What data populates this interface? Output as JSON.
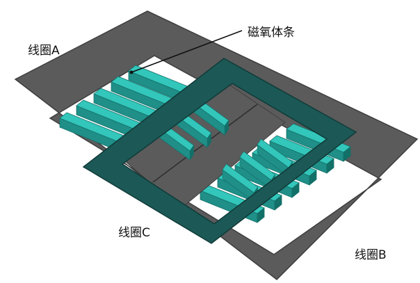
{
  "labels": {
    "coil_a": "线圈A",
    "coil_b": "线圈B",
    "coil_c": "线圈C",
    "ferrite_strip": "磁氧体条"
  },
  "colors": {
    "coil_gray": "#5b5b5b",
    "coil_gray_edge": "#3e3e3e",
    "coil_c_teal": "#1c5956",
    "coil_c_edge": "#0f3a38",
    "ferrite_top": "#33c6bb",
    "ferrite_side": "#1f8f88",
    "ferrite_edge": "#137068",
    "background": "#ffffff"
  }
}
